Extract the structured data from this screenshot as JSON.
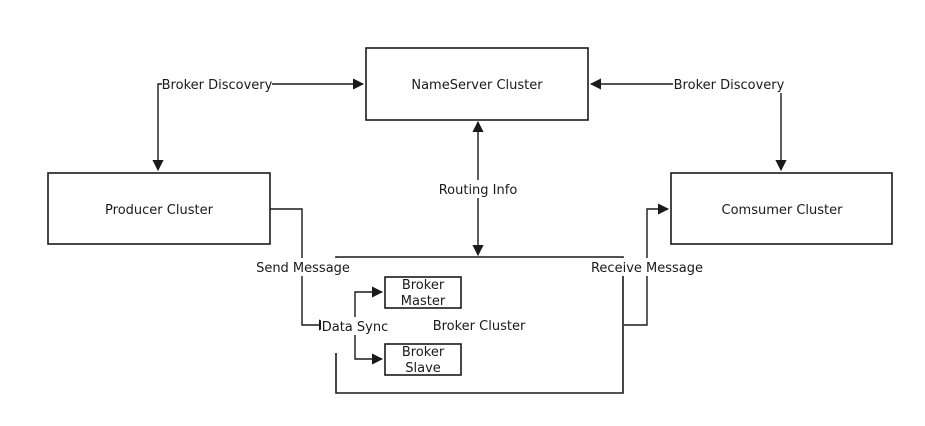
{
  "nodes": {
    "nameserver": "NameServer Cluster",
    "producer": "Producer Cluster",
    "consumer": "Comsumer Cluster",
    "broker_cluster": "Broker Cluster",
    "broker_master": [
      "Broker",
      "Master"
    ],
    "broker_slave": [
      "Broker",
      "Slave"
    ]
  },
  "edges": {
    "broker_discovery_left": "Broker Discovery",
    "broker_discovery_right": "Broker Discovery",
    "routing_info": "Routing Info",
    "send_message": "Send Message",
    "receive_message": "Receive Message",
    "data_sync": "Data Sync"
  },
  "colors": {
    "stroke": "#1a1a1a",
    "background": "#ffffff"
  }
}
